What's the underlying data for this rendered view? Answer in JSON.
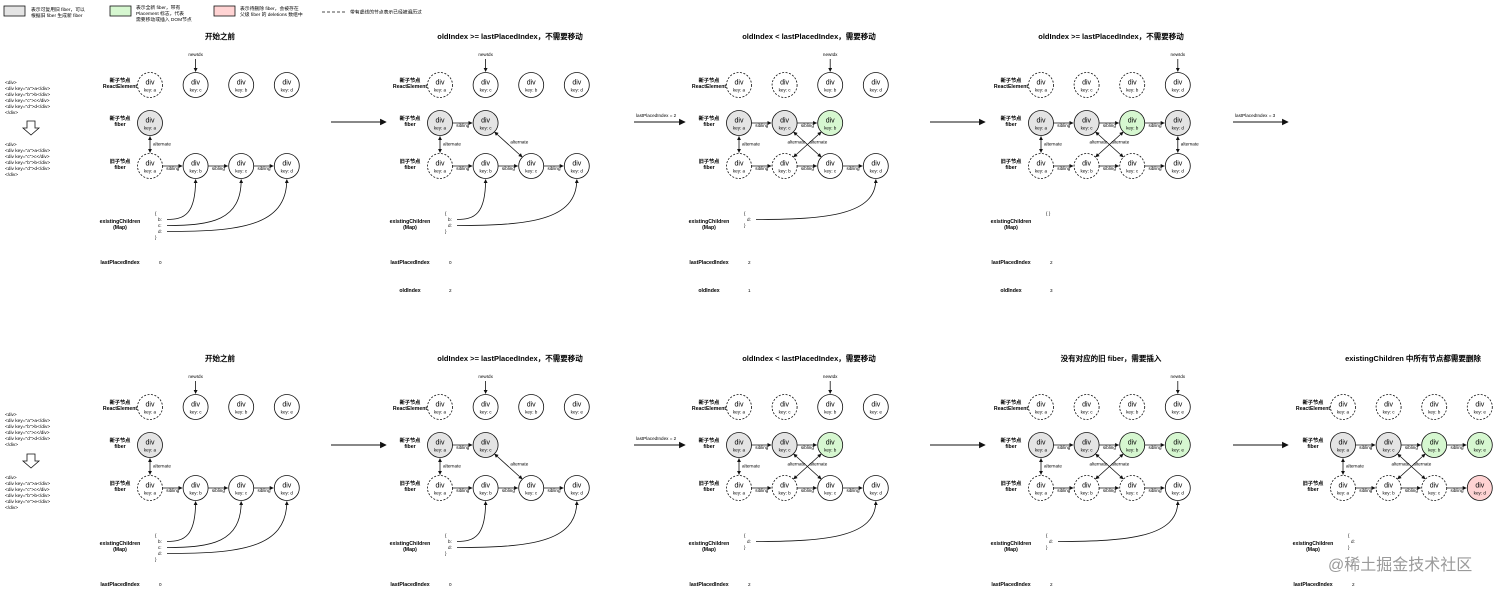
{
  "legend": {
    "reusable": {
      "color": "#e4e4e4",
      "text": [
        "表示可复用旧 fiber，可以",
        "根据旧 fiber 生成新 fiber"
      ]
    },
    "new_fiber": {
      "color": "#d6f7d0",
      "text": [
        "表示全新 fiber，带有",
        "Placement 标志，代表",
        "需要移动或插入 DOM节点"
      ]
    },
    "delete": {
      "color": "#ffd3d3",
      "text": [
        "表示待删除 fiber，会被存在",
        "父级 fiber 的 deletions 数组中"
      ]
    },
    "dashed": {
      "text": "带有虚线的节点表示已经被遍历过"
    }
  },
  "labels": {
    "new_children": [
      "新子节点",
      "ReactElement"
    ],
    "new_fiber": [
      "新子节点",
      "fiber"
    ],
    "old_fiber": [
      "旧子节点",
      "fiber"
    ],
    "existing_children": [
      "existingChildren",
      "(Map)"
    ],
    "last_placed_index": "lastPlacedIndex",
    "old_index": "oldIndex",
    "new_idx": "newIdx",
    "sibling": "sibling",
    "alternate": "alternate",
    "node_tag": "div",
    "key_prefix": "key: "
  },
  "code_top": {
    "before": [
      "<div>",
      "  <div key=\"a\">a</div>",
      "  <div key=\"b\">b</div>",
      "  <div key=\"c\">c</div>",
      "  <div key=\"d\">d</div>",
      "</div>"
    ],
    "after": [
      "<div>",
      "  <div key=\"a\">a</div>",
      "  <div key=\"c\">c</div>",
      "  <div key=\"b\">b</div>",
      "  <div key=\"d\">d</div>",
      "</div>"
    ]
  },
  "code_bottom": {
    "before": [
      "<div>",
      "  <div key=\"a\">a</div>",
      "  <div key=\"b\">b</div>",
      "  <div key=\"c\">c</div>",
      "  <div key=\"d\">d</div>",
      "</div>"
    ],
    "after": [
      "<div>",
      "  <div key=\"a\">a</div>",
      "  <div key=\"c\">c</div>",
      "  <div key=\"b\">b</div>",
      "  <div key=\"e\">e</div>",
      "</div>"
    ]
  },
  "arrow_labels": {
    "top": [
      "",
      "lastPlacedIndex = 2",
      "",
      "lastPlacedIndex = 3"
    ],
    "bottom": [
      "",
      "lastPlacedIndex = 2",
      "",
      ""
    ]
  },
  "panels_top": [
    {
      "title": "开始之前",
      "new": [
        "a",
        "c",
        "b",
        "d"
      ],
      "newDashed": [
        true,
        false,
        false,
        false
      ],
      "newIdxAt": 1,
      "fiber": [
        {
          "at": 0,
          "key": "a",
          "type": "gray"
        }
      ],
      "old": [
        "a",
        "b",
        "c",
        "d"
      ],
      "oldDashed": [
        true,
        false,
        false,
        false
      ],
      "map": "{\nb:\nc:\nd:\n}",
      "mapLinks": [
        1,
        2,
        3
      ],
      "lpi": "0",
      "oldIndex": ""
    },
    {
      "title": "oldIndex >= lastPlacedIndex，不需要移动",
      "new": [
        "a",
        "c",
        "b",
        "d"
      ],
      "newDashed": [
        true,
        false,
        false,
        false
      ],
      "newIdxAt": 1,
      "fiber": [
        {
          "at": 0,
          "key": "a",
          "type": "gray"
        },
        {
          "at": 1,
          "key": "c",
          "type": "gray"
        }
      ],
      "old": [
        "a",
        "b",
        "c",
        "d"
      ],
      "oldDashed": [
        true,
        false,
        false,
        false
      ],
      "map": "{\nb:\nd:\n}",
      "mapLinks": [
        1,
        3
      ],
      "lpi": "0",
      "oldIndex": "2"
    },
    {
      "title": "oldIndex < lastPlacedIndex，需要移动",
      "new": [
        "a",
        "c",
        "b",
        "d"
      ],
      "newDashed": [
        true,
        true,
        false,
        false
      ],
      "newIdxAt": 2,
      "fiber": [
        {
          "at": 0,
          "key": "a",
          "type": "gray"
        },
        {
          "at": 1,
          "key": "c",
          "type": "gray"
        },
        {
          "at": 2,
          "key": "b",
          "type": "green"
        }
      ],
      "old": [
        "a",
        "b",
        "c",
        "d"
      ],
      "oldDashed": [
        true,
        true,
        false,
        false
      ],
      "map": "{\nd:\n}",
      "mapLinks": [
        3
      ],
      "lpi": "2",
      "oldIndex": "1"
    },
    {
      "title": "oldIndex >= lastPlacedIndex，不需要移动",
      "new": [
        "a",
        "c",
        "b",
        "d"
      ],
      "newDashed": [
        true,
        true,
        true,
        false
      ],
      "newIdxAt": 3,
      "fiber": [
        {
          "at": 0,
          "key": "a",
          "type": "gray"
        },
        {
          "at": 1,
          "key": "c",
          "type": "gray"
        },
        {
          "at": 2,
          "key": "b",
          "type": "green"
        },
        {
          "at": 3,
          "key": "d",
          "type": "gray"
        }
      ],
      "old": [
        "a",
        "b",
        "c",
        "d"
      ],
      "oldDashed": [
        true,
        true,
        true,
        false
      ],
      "map": "{ }",
      "mapLinks": [],
      "lpi": "2",
      "oldIndex": "3"
    }
  ],
  "panels_bottom": [
    {
      "title": "开始之前",
      "new": [
        "a",
        "c",
        "b",
        "e"
      ],
      "newDashed": [
        true,
        false,
        false,
        false
      ],
      "newIdxAt": 1,
      "fiber": [
        {
          "at": 0,
          "key": "a",
          "type": "gray"
        }
      ],
      "old": [
        "a",
        "b",
        "c",
        "d"
      ],
      "oldDashed": [
        true,
        false,
        false,
        false
      ],
      "map": "{\nb:\nc:\nd:\n}",
      "mapLinks": [
        1,
        2,
        3
      ],
      "lpi": "0",
      "oldIndex": ""
    },
    {
      "title": "oldIndex >= lastPlacedIndex，不需要移动",
      "new": [
        "a",
        "c",
        "b",
        "e"
      ],
      "newDashed": [
        true,
        false,
        false,
        false
      ],
      "newIdxAt": 1,
      "fiber": [
        {
          "at": 0,
          "key": "a",
          "type": "gray"
        },
        {
          "at": 1,
          "key": "c",
          "type": "gray"
        }
      ],
      "old": [
        "a",
        "b",
        "c",
        "d"
      ],
      "oldDashed": [
        true,
        false,
        false,
        false
      ],
      "map": "{\nb:\nd:\n}",
      "mapLinks": [
        1,
        3
      ],
      "lpi": "0",
      "oldIndex": ""
    },
    {
      "title": "oldIndex < lastPlacedIndex，需要移动",
      "new": [
        "a",
        "c",
        "b",
        "e"
      ],
      "newDashed": [
        true,
        true,
        false,
        false
      ],
      "newIdxAt": 2,
      "fiber": [
        {
          "at": 0,
          "key": "a",
          "type": "gray"
        },
        {
          "at": 1,
          "key": "c",
          "type": "gray"
        },
        {
          "at": 2,
          "key": "b",
          "type": "green"
        }
      ],
      "old": [
        "a",
        "b",
        "c",
        "d"
      ],
      "oldDashed": [
        true,
        true,
        false,
        false
      ],
      "map": "{\nd:\n}",
      "mapLinks": [
        3
      ],
      "lpi": "2",
      "oldIndex": ""
    },
    {
      "title": "没有对应的旧 fiber，需要插入",
      "new": [
        "a",
        "c",
        "b",
        "e"
      ],
      "newDashed": [
        true,
        true,
        true,
        false
      ],
      "newIdxAt": 3,
      "fiber": [
        {
          "at": 0,
          "key": "a",
          "type": "gray"
        },
        {
          "at": 1,
          "key": "c",
          "type": "gray"
        },
        {
          "at": 2,
          "key": "b",
          "type": "green"
        },
        {
          "at": 3,
          "key": "e",
          "type": "green"
        }
      ],
      "old": [
        "a",
        "b",
        "c",
        "d"
      ],
      "oldDashed": [
        true,
        true,
        true,
        false
      ],
      "map": "{\nd:\n}",
      "mapLinks": [
        3
      ],
      "lpi": "2",
      "oldIndex": ""
    },
    {
      "title": "existingChildren 中所有节点都需要删除",
      "new": [
        "a",
        "c",
        "b",
        "e"
      ],
      "newDashed": [
        true,
        true,
        true,
        true
      ],
      "newIdxAt": -1,
      "fiber": [
        {
          "at": 0,
          "key": "a",
          "type": "gray"
        },
        {
          "at": 1,
          "key": "c",
          "type": "gray"
        },
        {
          "at": 2,
          "key": "b",
          "type": "green"
        },
        {
          "at": 3,
          "key": "e",
          "type": "green"
        }
      ],
      "old": [
        "a",
        "b",
        "c",
        "d"
      ],
      "oldDashed": [
        true,
        true,
        true,
        false
      ],
      "oldRed": 3,
      "map": "{\nd:\n}",
      "mapLinks": [],
      "lpi": "2",
      "oldIndex": ""
    }
  ],
  "watermark": "@稀土掘金技术社区"
}
